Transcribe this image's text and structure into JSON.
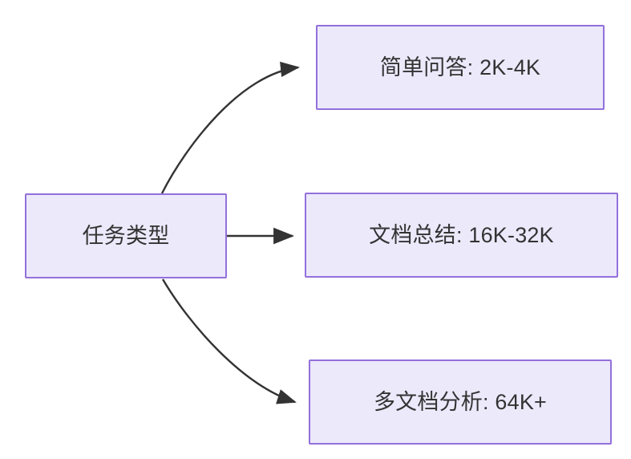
{
  "diagram": {
    "type": "flowchart",
    "direction": "left-to-right",
    "background_color": "#ffffff",
    "node_style": {
      "fill": "#ece9fb",
      "stroke": "#9370db",
      "text_color": "#333333"
    },
    "edge_style": {
      "stroke": "#333333",
      "arrowhead": "solid-triangle"
    },
    "nodes": [
      {
        "id": "task-type",
        "label": "任务类型"
      },
      {
        "id": "simple-qa",
        "label": "简单问答: 2K-4K"
      },
      {
        "id": "doc-sum",
        "label": "文档总结: 16K-32K"
      },
      {
        "id": "multi-doc",
        "label": "多文档分析: 64K+"
      }
    ],
    "edges": [
      {
        "from": "task-type",
        "to": "simple-qa",
        "label": "",
        "shape": "curved-up"
      },
      {
        "from": "task-type",
        "to": "doc-sum",
        "label": "",
        "shape": "straight"
      },
      {
        "from": "task-type",
        "to": "multi-doc",
        "label": "",
        "shape": "curved-down"
      }
    ]
  }
}
